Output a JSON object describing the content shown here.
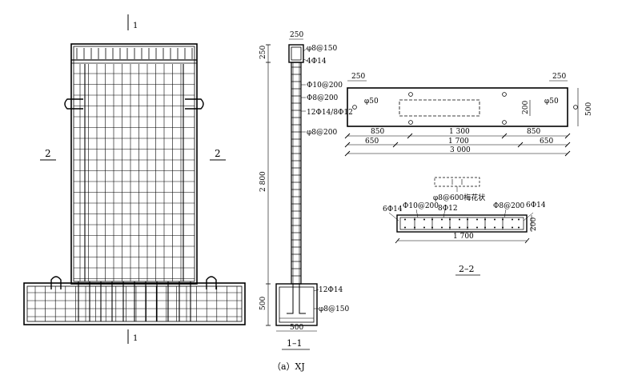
{
  "figure_caption": "（a）XJ",
  "elevation": {
    "section_mark_1": "1",
    "section_mark_2": "2"
  },
  "section_1_1": {
    "label": "1–1",
    "dims": {
      "top_width": "250",
      "top_height": "250",
      "wall_height": "2 800",
      "base_height": "500",
      "base_width": "500"
    },
    "callouts": [
      "φ8@150",
      "4Φ14",
      "Φ10@200",
      "Φ8@200",
      "12Φ14/8Φ12",
      "φ8@200",
      "12Φ14",
      "φ8@150"
    ]
  },
  "plan": {
    "dims_top": [
      "250",
      "250"
    ],
    "hole_labels": [
      "φ50",
      "φ50"
    ],
    "right_height": "500",
    "inner_height": "200",
    "row1": [
      "850",
      "1 300",
      "850"
    ],
    "row2": [
      "650",
      "1 700",
      "650"
    ],
    "total": "3 000"
  },
  "section_2_2": {
    "label": "2–2",
    "callouts": [
      "φ8@600梅花状",
      "6Φ14",
      "Φ10@200",
      "8Φ12",
      "Φ8@200",
      "6Φ14"
    ],
    "height": "200",
    "width": "1 700"
  }
}
